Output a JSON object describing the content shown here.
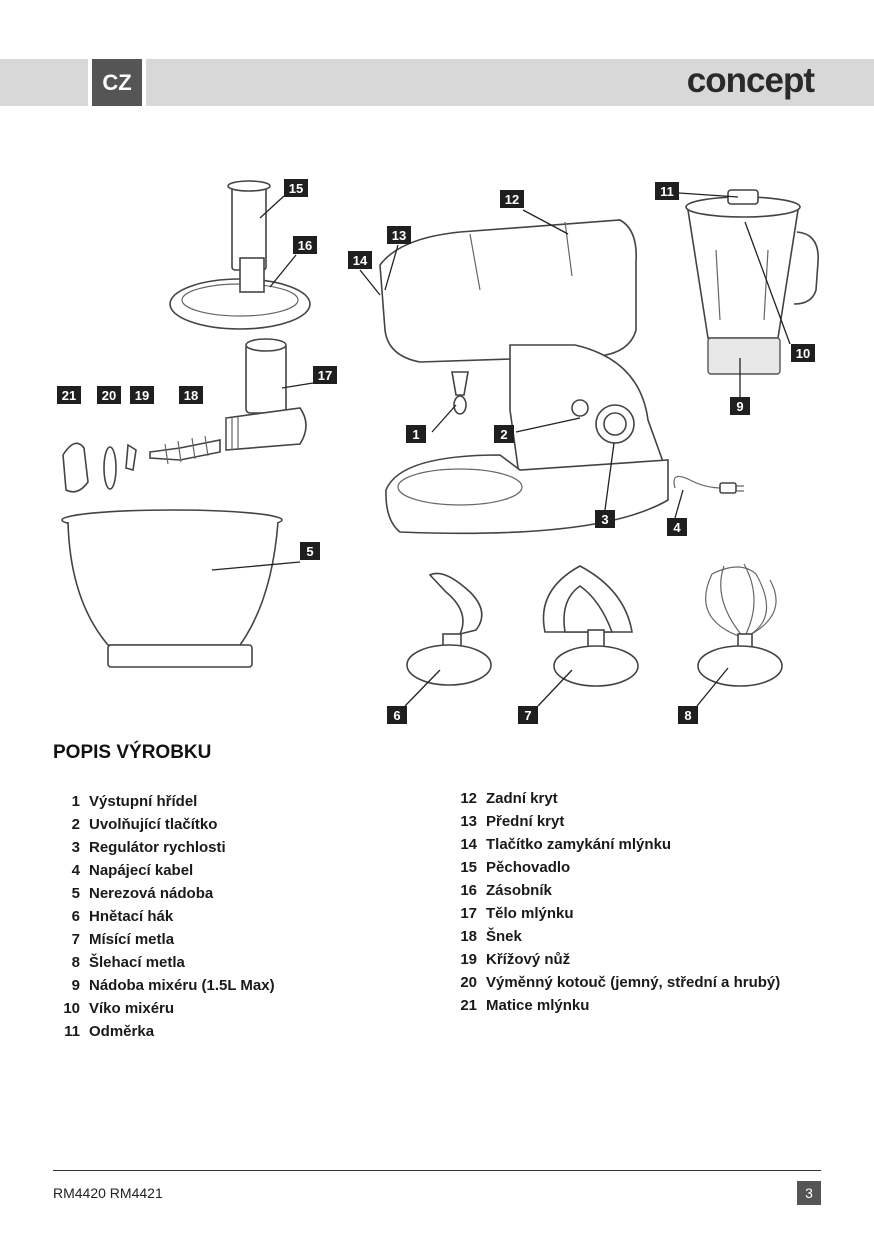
{
  "header": {
    "language": "CZ",
    "brand": "concept"
  },
  "callouts": [
    "1",
    "2",
    "3",
    "4",
    "5",
    "6",
    "7",
    "8",
    "9",
    "10",
    "11",
    "12",
    "13",
    "14",
    "15",
    "16",
    "17",
    "18",
    "19",
    "20",
    "21"
  ],
  "section": {
    "title": "POPIS VÝROBKU"
  },
  "parts_left": [
    {
      "num": "1",
      "label": "Výstupní hřídel"
    },
    {
      "num": "2",
      "label": "Uvolňující tlačítko"
    },
    {
      "num": "3",
      "label": "Regulátor rychlosti"
    },
    {
      "num": "4",
      "label": "Napájecí kabel"
    },
    {
      "num": "5",
      "label": "Nerezová nádoba"
    },
    {
      "num": "6",
      "label": "Hnětací hák"
    },
    {
      "num": "7",
      "label": "Mísící metla"
    },
    {
      "num": "8",
      "label": "Šlehací metla"
    },
    {
      "num": "9",
      "label": "Nádoba mixéru (1.5L Max)"
    },
    {
      "num": "10",
      "label": "Víko mixéru"
    },
    {
      "num": "11",
      "label": "Odměrka"
    }
  ],
  "parts_right": [
    {
      "num": "12",
      "label": "Zadní kryt"
    },
    {
      "num": "13",
      "label": "Přední kryt"
    },
    {
      "num": "14",
      "label": "Tlačítko zamykání mlýnku"
    },
    {
      "num": "15",
      "label": "Pěchovadlo"
    },
    {
      "num": "16",
      "label": "Zásobník"
    },
    {
      "num": "17",
      "label": "Tělo mlýnku"
    },
    {
      "num": "18",
      "label": "Šnek"
    },
    {
      "num": "19",
      "label": "Křížový nůž"
    },
    {
      "num": "20",
      "label": "Výměnný kotouč (jemný, střední a hrubý)"
    },
    {
      "num": "21",
      "label": "Matice mlýnku"
    }
  ],
  "footer": {
    "model": "RM4420  RM4421",
    "page": "3"
  }
}
